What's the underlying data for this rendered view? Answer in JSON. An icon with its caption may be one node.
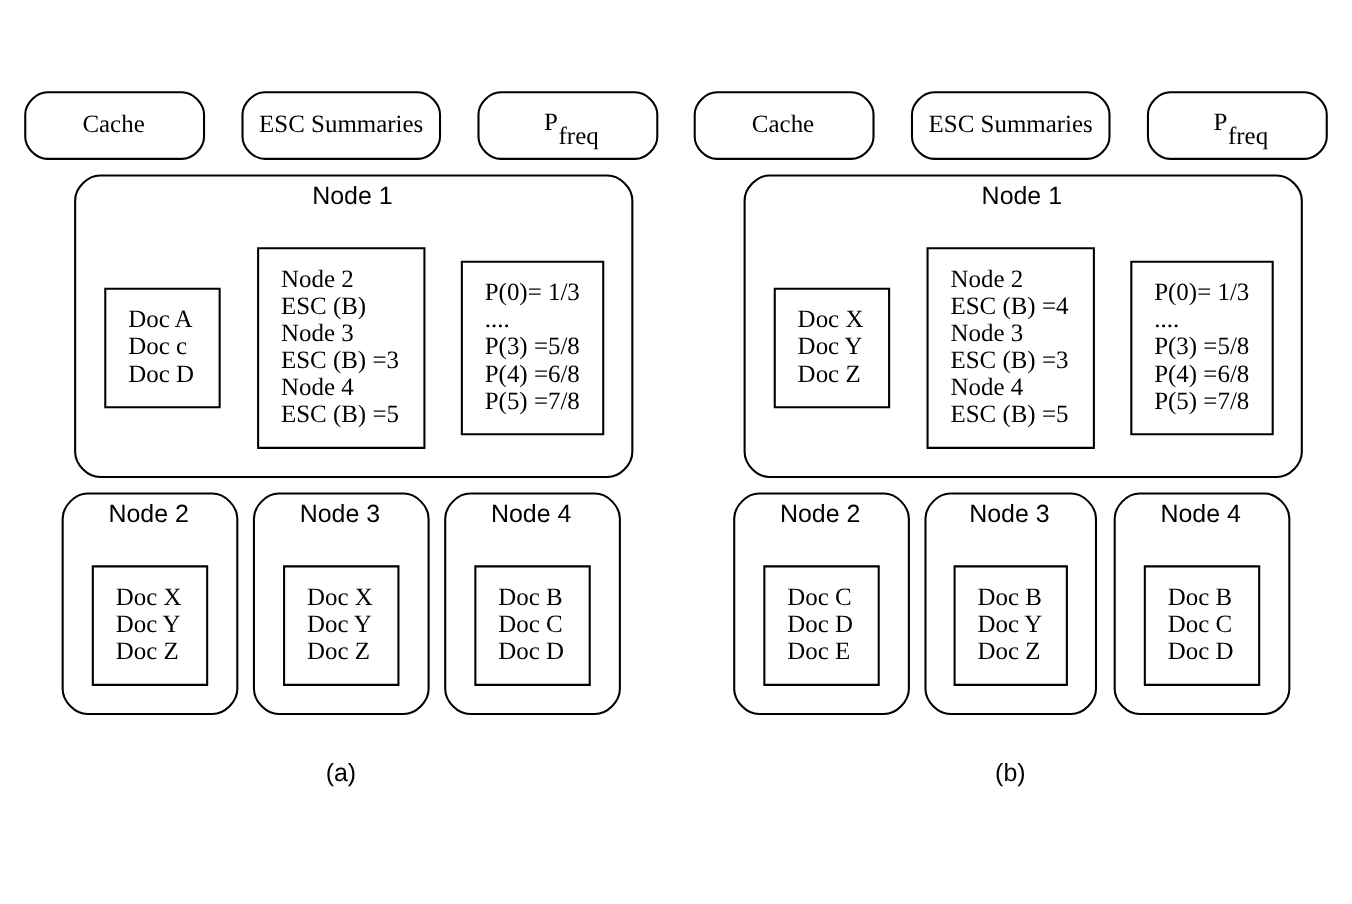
{
  "diagram": {
    "nodes": [
      {
        "text": [
          "Cache"
        ]
      },
      {
        "text": [
          "ESC Summaries"
        ]
      },
      {
        "text": [
          "P$_{freq}$"
        ]
      },
      {
        "text": [
          "Node 1"
        ]
      },
      {
        "text": [
          "Doc A",
          "Doc c",
          "Doc D"
        ],
        "in": 3
      },
      {
        "text": [
          "Node 2",
          "ESC (B)",
          "Node 3",
          "ESC (B) =3",
          "Node 4",
          "ESC (B) =5"
        ],
        "in": 3
      },
      {
        "text": [
          "P(0)= 1/3",
          "....",
          "P(3) =5/8",
          "P(4) =6/8",
          "P(5) =7/8"
        ],
        "in": 3
      },
      {
        "text": [
          "Node 2"
        ]
      },
      {
        "text": [
          "Doc X",
          "Doc Y",
          "Doc Z"
        ],
        "in": 7
      },
      {
        "text": [
          "Node 3"
        ]
      },
      {
        "text": [
          "Doc X",
          "Doc Y",
          "Doc Z"
        ],
        "in": 9
      },
      {
        "text": [
          "Node 4"
        ]
      },
      {
        "text": [
          "Doc B",
          "Doc C",
          "Doc D"
        ],
        "in": 11
      },
      {
        "text": [
          "Cache"
        ]
      },
      {
        "text": [
          "ESC Summaries"
        ]
      },
      {
        "text": [
          "P$_{freq}$"
        ]
      },
      {
        "text": [
          "Node 1"
        ]
      },
      {
        "text": [
          "Doc X",
          "Doc Y",
          "Doc Z"
        ],
        "in": 16
      },
      {
        "text": [
          "Node 2",
          "ESC (B) =4",
          "Node 3",
          "ESC (B) =3",
          "Node 4",
          "ESC (B) =5"
        ],
        "in": 16
      },
      {
        "text": [
          "P(0)= 1/3",
          "....",
          "P(3) =5/8",
          "P(4) =6/8",
          "P(5) =7/8"
        ],
        "in": 16
      },
      {
        "text": [
          "Node 2"
        ]
      },
      {
        "text": [
          "Doc C",
          "Doc D",
          "Doc E"
        ],
        "in": 20
      },
      {
        "text": [
          "Node 3"
        ]
      },
      {
        "text": [
          "Doc B",
          "Doc Y",
          "Doc Z"
        ],
        "in": 22
      },
      {
        "text": [
          "Node 4"
        ]
      },
      {
        "text": [
          "Doc B",
          "Doc C",
          "Doc D"
        ],
        "in": 24
      }
    ],
    "labels": [
      "(a)",
      "(b)"
    ]
  }
}
